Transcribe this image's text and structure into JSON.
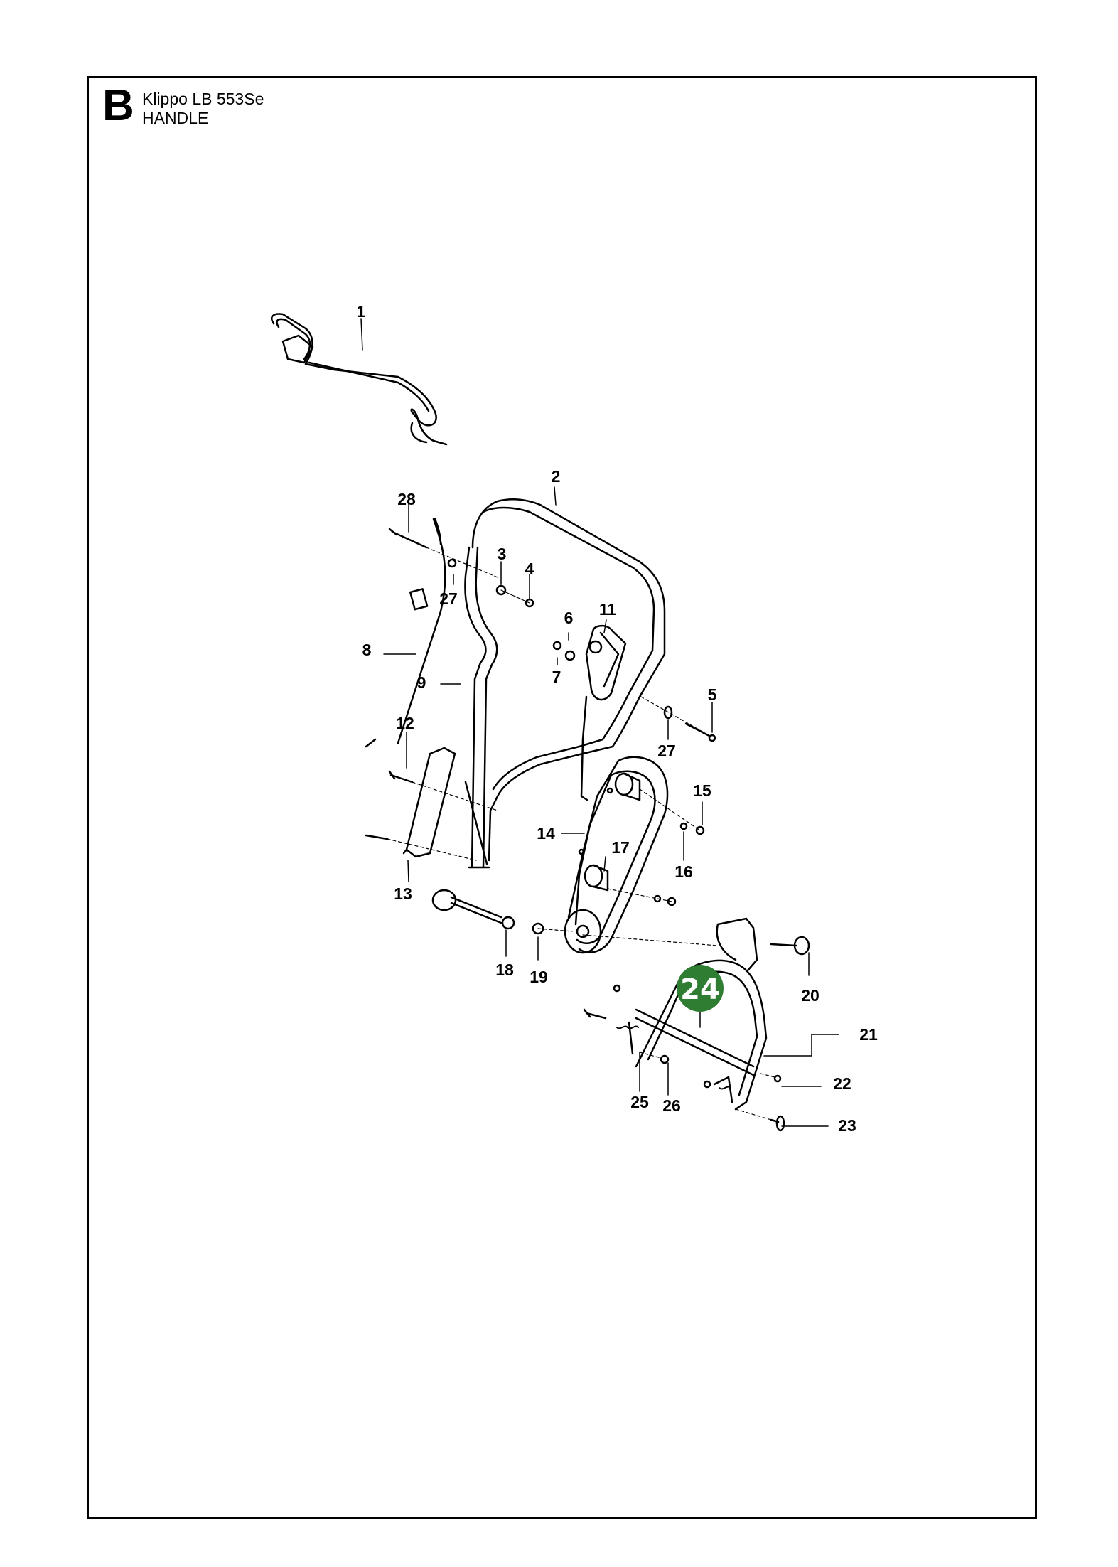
{
  "header": {
    "section_letter": "B",
    "model": "Klippo LB 553Se",
    "assembly": "HANDLE"
  },
  "highlight": {
    "label": "24",
    "color": "#2e7d32"
  },
  "callouts": [
    "1",
    "2",
    "3",
    "4",
    "5",
    "6",
    "7",
    "8",
    "9",
    "11",
    "12",
    "13",
    "14",
    "15",
    "16",
    "17",
    "18",
    "19",
    "20",
    "21",
    "22",
    "23",
    "25",
    "26",
    "27",
    "28"
  ],
  "callout_27_second": "27"
}
